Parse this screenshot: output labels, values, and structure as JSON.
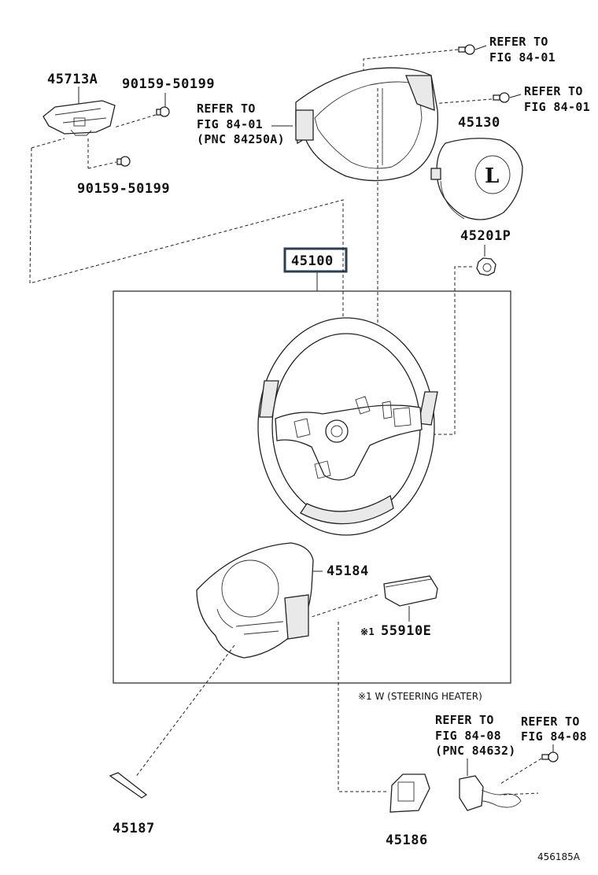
{
  "parts": {
    "p45713A": "45713A",
    "p90159_top": "90159-50199",
    "p90159_bottom": "90159-50199",
    "p45130": "45130",
    "p45201P": "45201P",
    "p45100": "45100",
    "p45184": "45184",
    "p55910E": "55910E",
    "p55910E_mark": "※1",
    "p45187": "45187",
    "p45186": "45186"
  },
  "refs": {
    "ref_top_right_1": "REFER TO",
    "ref_top_right_2": "FIG 84-01",
    "ref_mid_right_1": "REFER TO",
    "ref_mid_right_2": "FIG 84-01",
    "ref_left_1": "REFER TO",
    "ref_left_2": "FIG 84-01",
    "ref_left_3": "(PNC 84250A)",
    "ref_bl_1": "REFER TO",
    "ref_bl_2": "FIG 84-08",
    "ref_bl_3": "(PNC 84632)",
    "ref_br_1": "REFER TO",
    "ref_br_2": "FIG 84-08"
  },
  "footnote": "※1 W (STEERING HEATER)",
  "figure_id": "456185A",
  "highlight_color": "#2c3e50"
}
